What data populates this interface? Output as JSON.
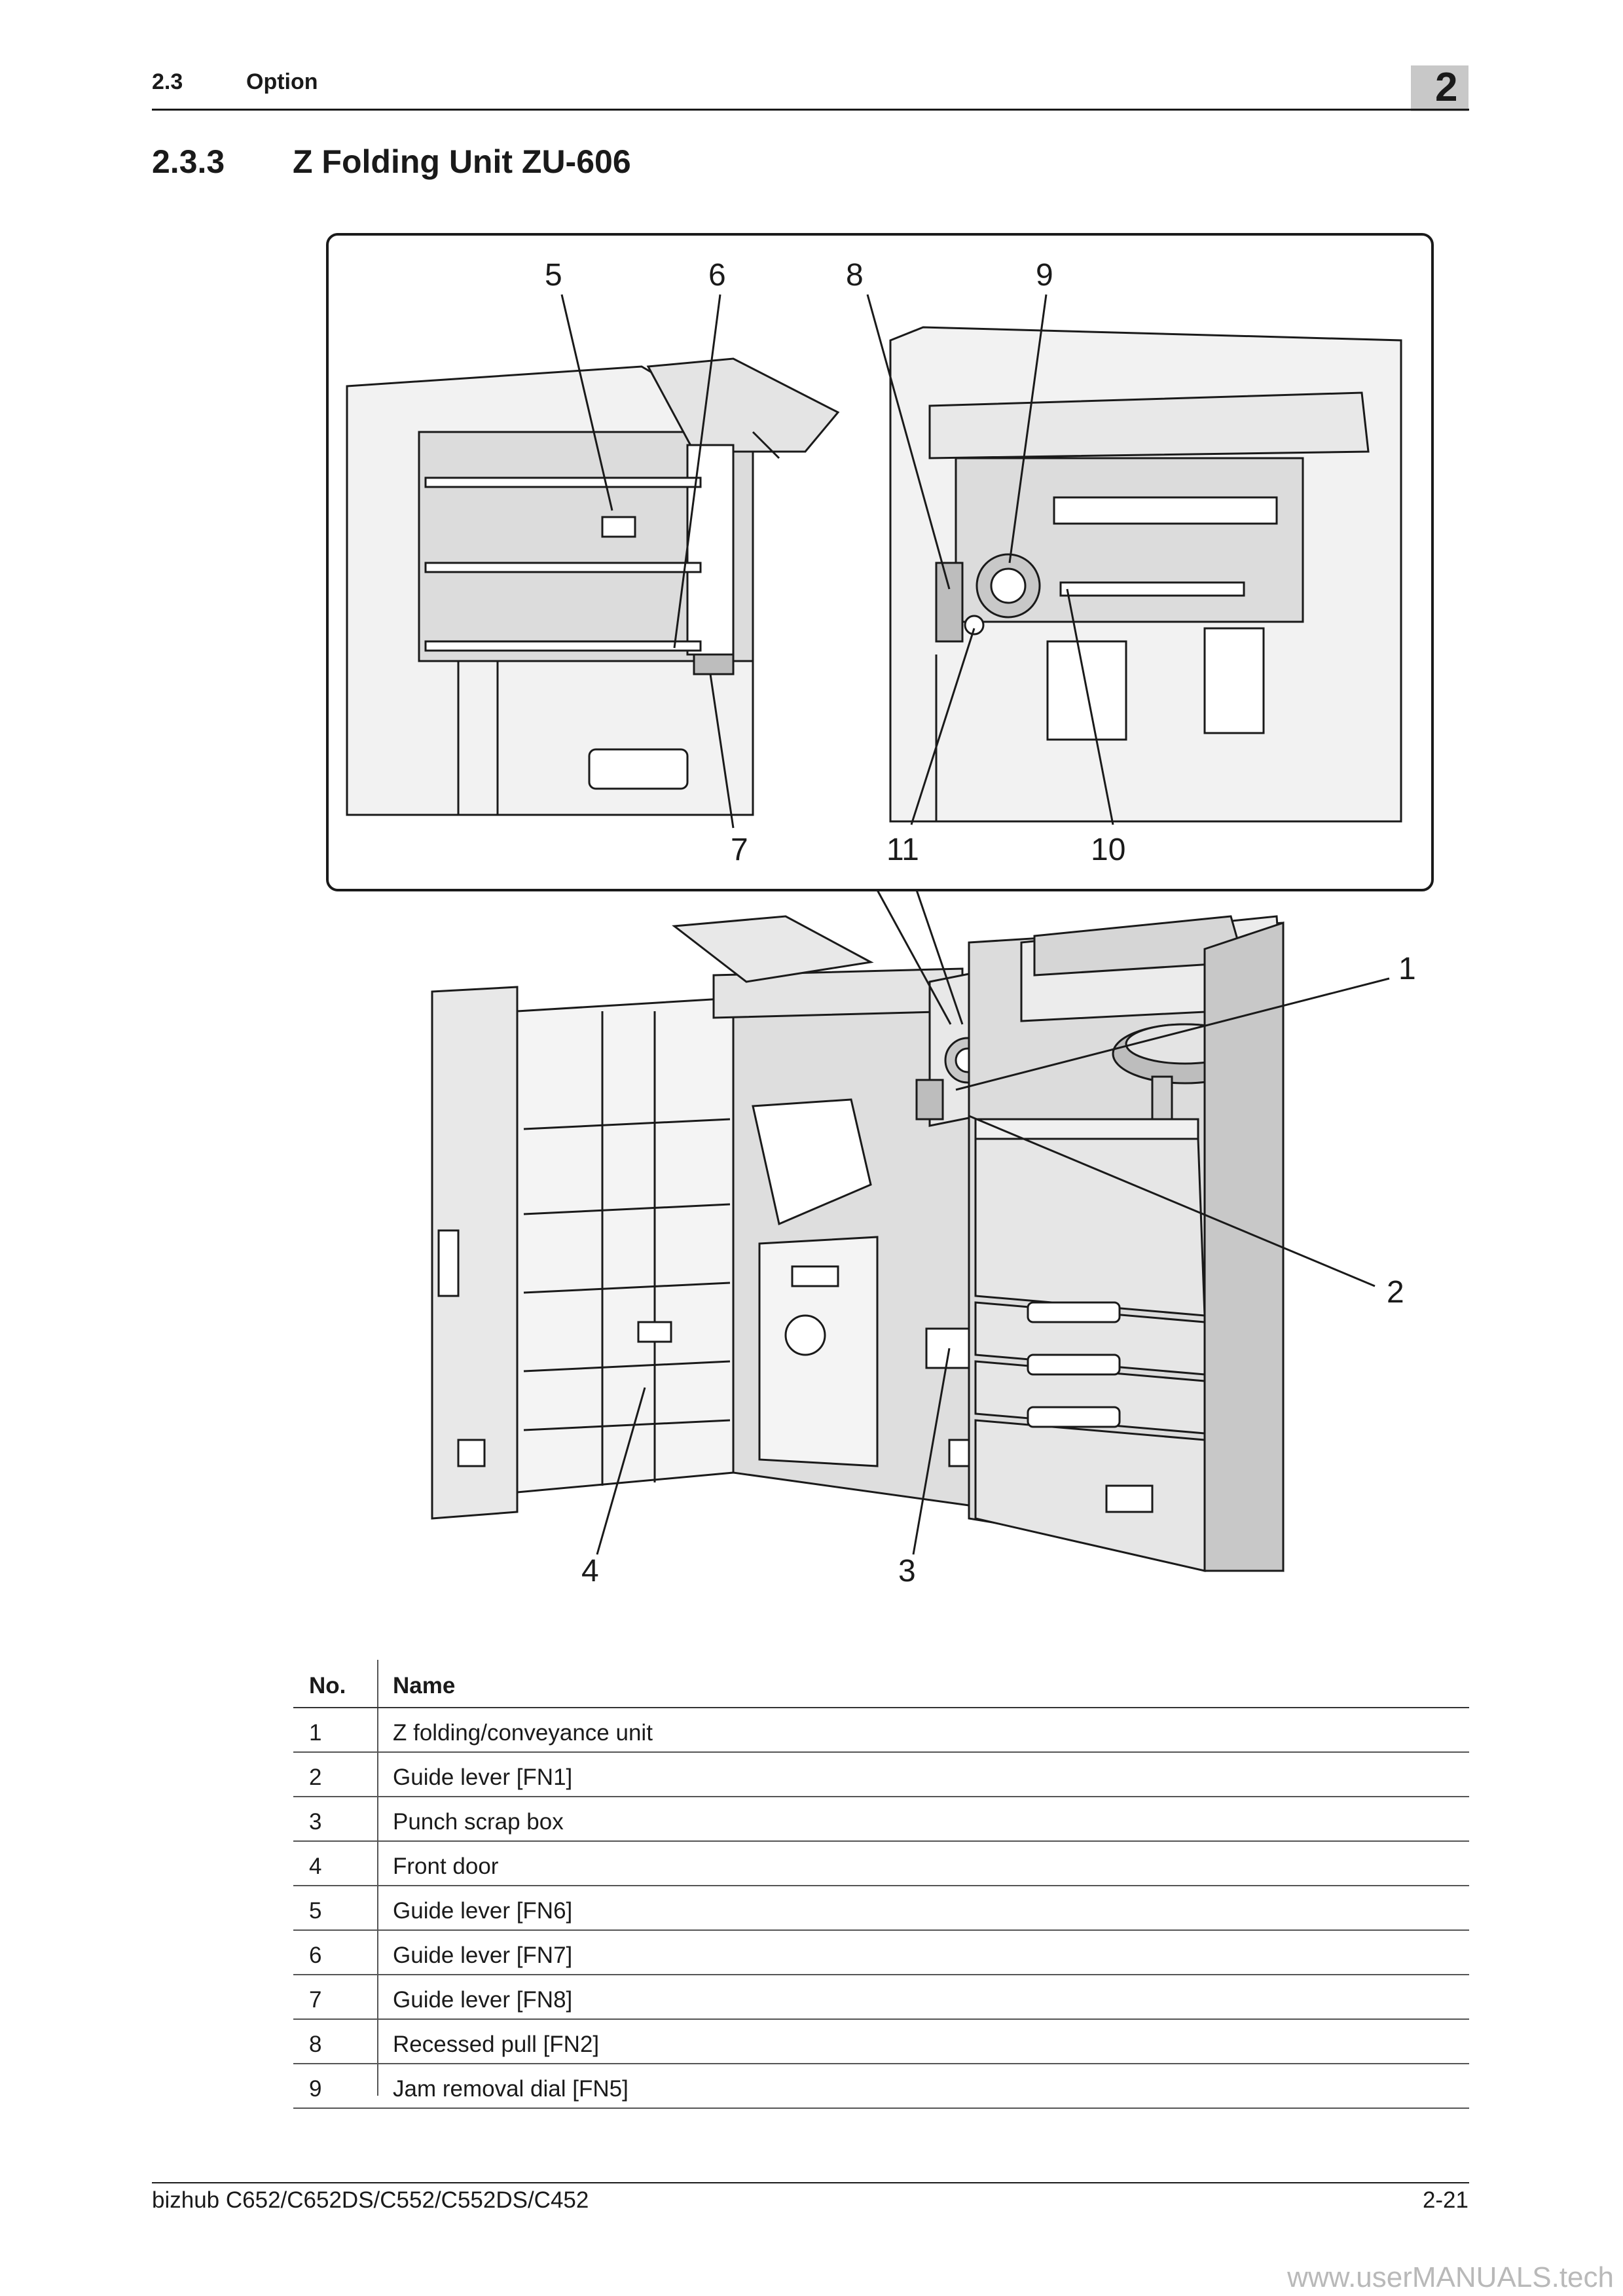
{
  "header": {
    "section_number": "2.3",
    "section_title": "Option",
    "chapter_number": "2"
  },
  "section": {
    "number": "2.3.3",
    "title": "Z Folding Unit ZU-606"
  },
  "figure": {
    "callouts": [
      "1",
      "2",
      "3",
      "4",
      "5",
      "6",
      "7",
      "8",
      "9",
      "10",
      "11"
    ]
  },
  "table": {
    "headers": {
      "no": "No.",
      "name": "Name"
    },
    "rows": [
      {
        "no": "1",
        "name": "Z folding/conveyance unit"
      },
      {
        "no": "2",
        "name": "Guide lever [FN1]"
      },
      {
        "no": "3",
        "name": "Punch scrap box"
      },
      {
        "no": "4",
        "name": "Front door"
      },
      {
        "no": "5",
        "name": "Guide lever [FN6]"
      },
      {
        "no": "6",
        "name": "Guide lever [FN7]"
      },
      {
        "no": "7",
        "name": "Guide lever [FN8]"
      },
      {
        "no": "8",
        "name": "Recessed pull [FN2]"
      },
      {
        "no": "9",
        "name": "Jam removal dial [FN5]"
      }
    ]
  },
  "footer": {
    "model": "bizhub C652/C652DS/C552/C552DS/C452",
    "page": "2-21"
  },
  "watermark": "www.userMANUALS.tech"
}
